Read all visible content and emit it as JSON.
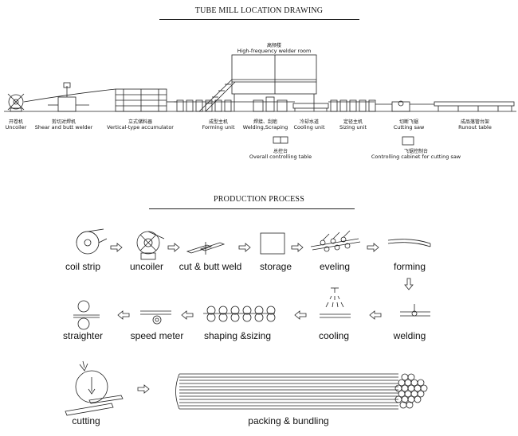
{
  "location_drawing": {
    "title": "TUBE MILL LOCATION DRAWING",
    "welder_room": {
      "cn": "高频楼",
      "en": "High-frequency welder room"
    },
    "stations": [
      {
        "cn": "开卷机",
        "en": "Uncoiler"
      },
      {
        "cn": "剪切对焊机",
        "en": "Shear and butt welder"
      },
      {
        "cn": "立式储料器",
        "en": "Vertical-type accumulator"
      },
      {
        "cn": "成型主机",
        "en": "Forming unit"
      },
      {
        "cn": "焊接、刮疤",
        "en": "Welding,Scraping"
      },
      {
        "cn": "冷却水道",
        "en": "Cooling unit"
      },
      {
        "cn": "定径主机",
        "en": "Sizing unit"
      },
      {
        "cn": "切断飞锯",
        "en": "Cutting saw"
      },
      {
        "cn": "成品落管台架",
        "en": "Runout table"
      }
    ],
    "controls": [
      {
        "cn": "总控台",
        "en": "Overall controlling table"
      },
      {
        "cn": "飞锯控制台",
        "en": "Controlling cabinet for cutting saw"
      }
    ]
  },
  "production_process": {
    "title": "PRODUCTION PROCESS",
    "steps": [
      "coil strip",
      "uncoiler",
      "cut & butt weld",
      "storage",
      "eveling",
      "forming",
      "welding",
      "cooling",
      "shaping &sizing",
      "speed meter",
      "straighter",
      "cutting",
      "packing & bundling"
    ]
  }
}
